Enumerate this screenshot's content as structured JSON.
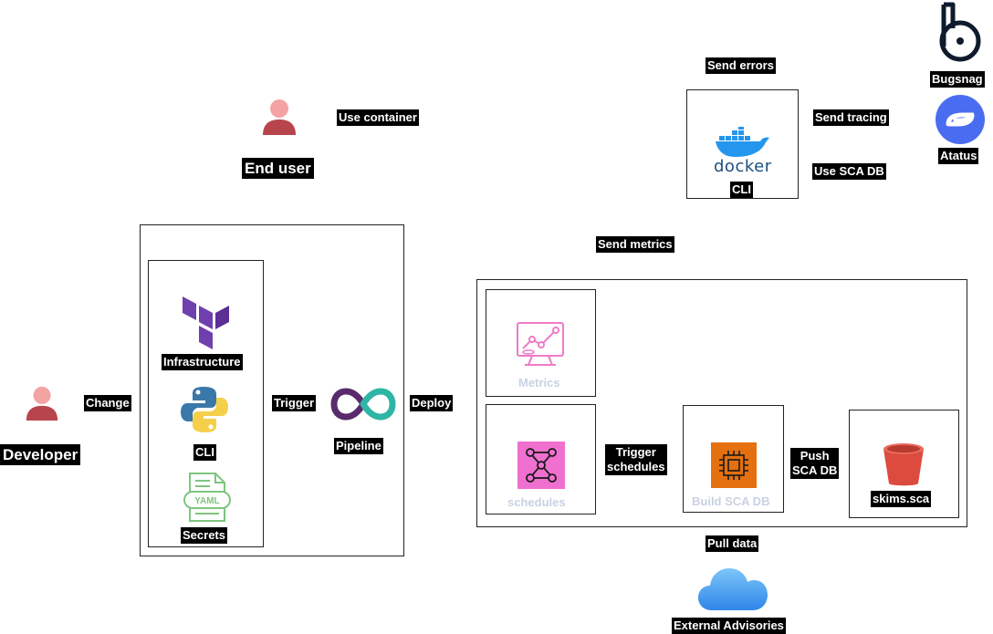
{
  "actors": {
    "end_user": "End user",
    "developer": "Developer"
  },
  "edges": {
    "use_container": "Use container",
    "send_errors": "Send errors",
    "send_tracing": "Send tracing",
    "use_sca_db": "Use SCA DB",
    "send_metrics": "Send metrics",
    "change": "Change",
    "trigger": "Trigger",
    "deploy": "Deploy",
    "trigger_schedules": "Trigger\nschedules",
    "push_sca_db": "Push\nSCA DB",
    "pull_data": "Pull data"
  },
  "nodes": {
    "docker_word": "docker",
    "docker_cli": "CLI",
    "bugsnag": "Bugsnag",
    "atatus": "Atatus",
    "infrastructure": "Infrastructure",
    "cli": "CLI",
    "yaml_badge": "YAML",
    "secrets": "Secrets",
    "pipeline": "Pipeline",
    "metrics": "Metrics",
    "schedules": "schedules",
    "build_sca_db": "Build SCA DB",
    "skims_sca": "skims.sca",
    "external_advisories": "External Advisories"
  },
  "colors": {
    "person_head": "#f4a3a3",
    "person_body": "#b8454d",
    "terraform": "#6f3fad",
    "python_blue": "#3b78aa",
    "python_yellow": "#f5cf4a",
    "yaml_green": "#7ec47e",
    "pipeline_teal": "#2fb5a5",
    "pipeline_purple": "#5a2b6b",
    "metrics_pink": "#f07ac8",
    "schedules_pink": "#f070d0",
    "ec2_orange": "#e5700f",
    "s3_red": "#dc4b3d",
    "cloud_blue": "#4aa6f0",
    "docker_blue": "#2496ed",
    "bugsnag_navy": "#0f1b2d",
    "atatus_blue": "#4a6cf0"
  },
  "icons": [
    "user-icon",
    "docker-icon",
    "bugsnag-icon",
    "atatus-icon",
    "terraform-icon",
    "python-icon",
    "yaml-file-icon",
    "pipeline-infinity-icon",
    "metrics-icon",
    "step-functions-icon",
    "ec2-icon",
    "s3-bucket-icon",
    "cloud-icon"
  ]
}
